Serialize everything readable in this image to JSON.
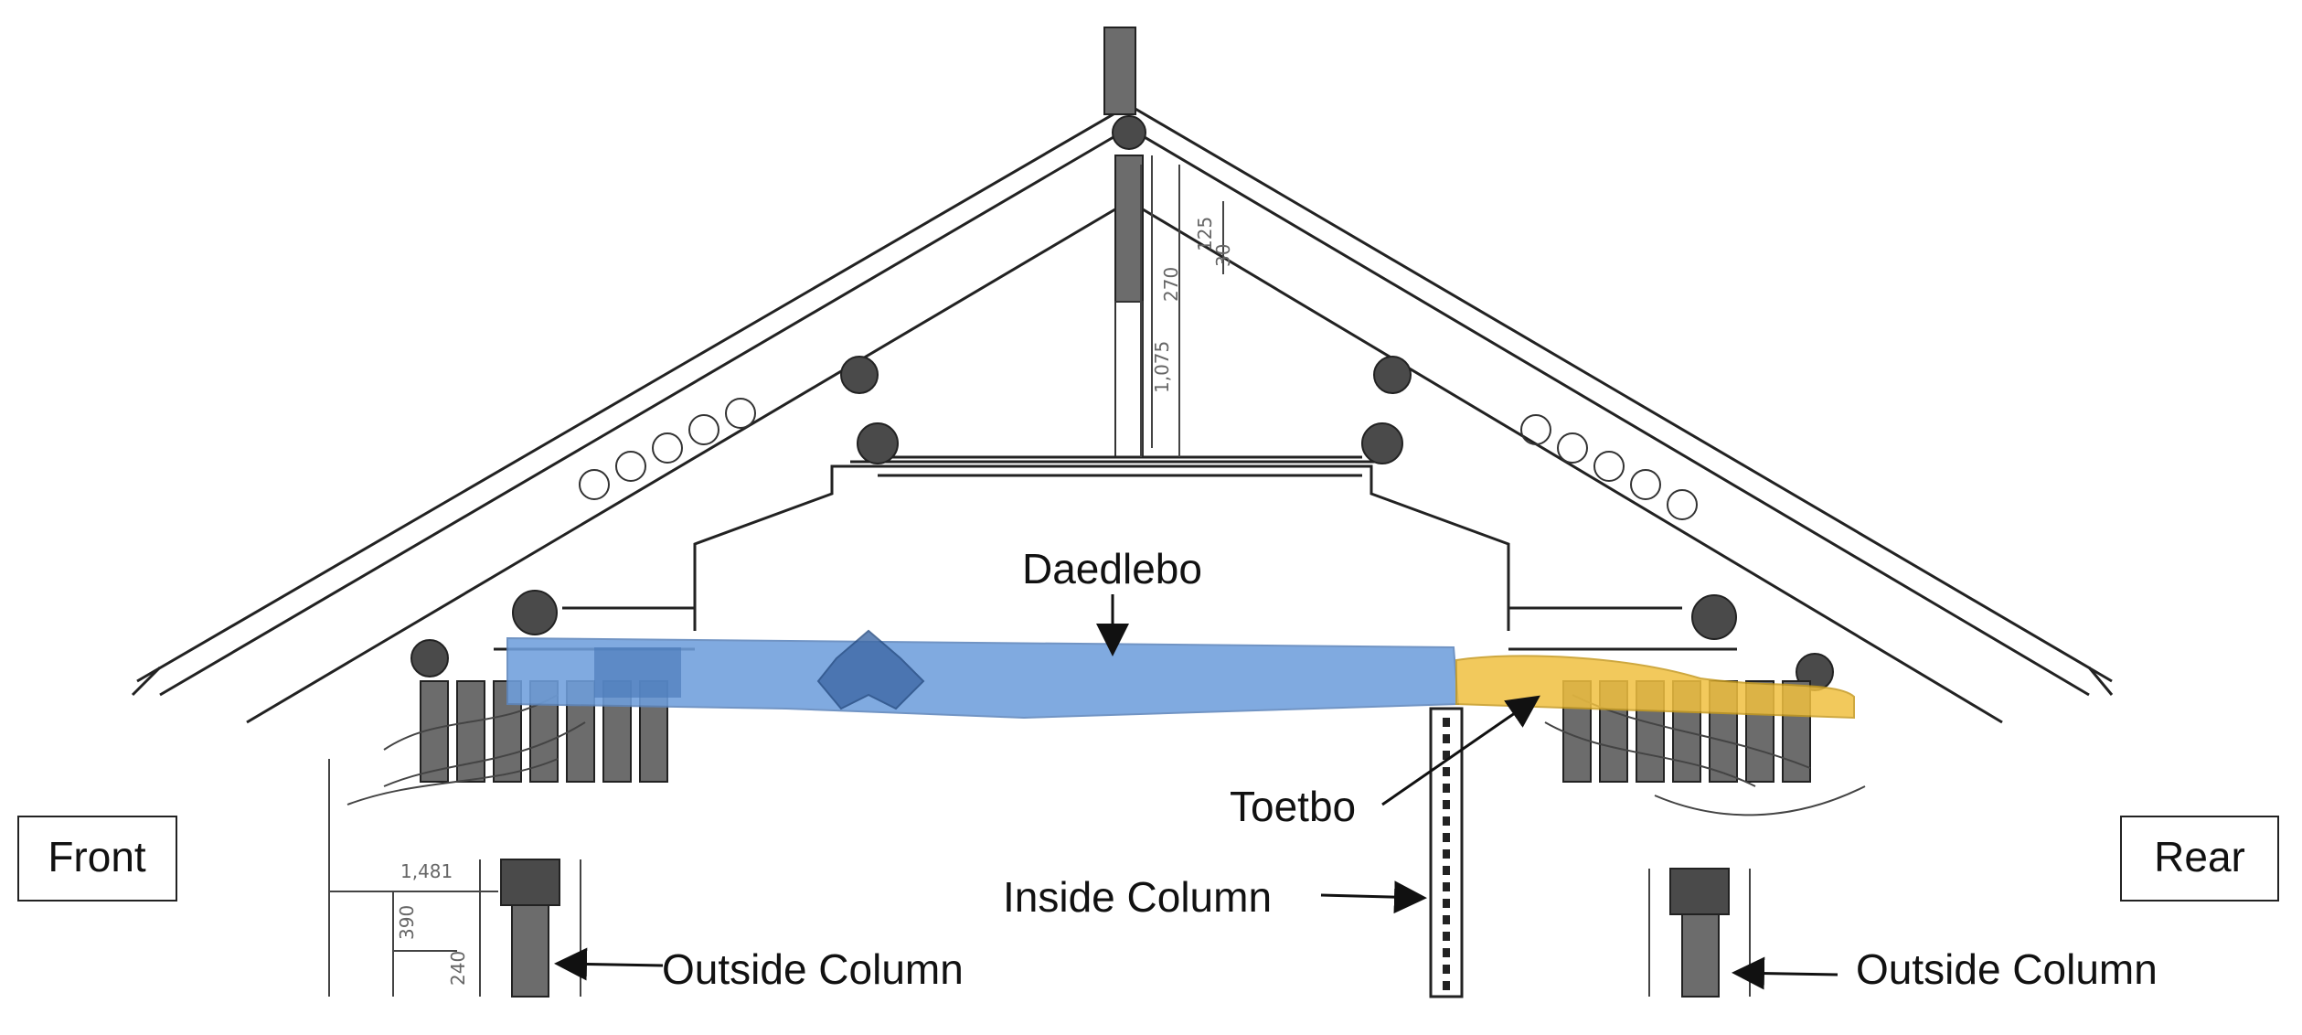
{
  "labels": {
    "front": "Front",
    "rear": "Rear",
    "daedlebo": "Daedlebo",
    "toetbo": "Toetbo",
    "inside_column": "Inside Column",
    "outside_column_left": "Outside Column",
    "outside_column_right": "Outside Column"
  },
  "dimensions": {
    "d1": "1,481",
    "d2": "390",
    "d3": "240",
    "d4": "1,075",
    "d5": "270",
    "d6": "125",
    "d7": "30"
  },
  "colors": {
    "daedlebo": "#6f9fdc",
    "toetbo": "#f0c040",
    "ink": "#222222"
  }
}
